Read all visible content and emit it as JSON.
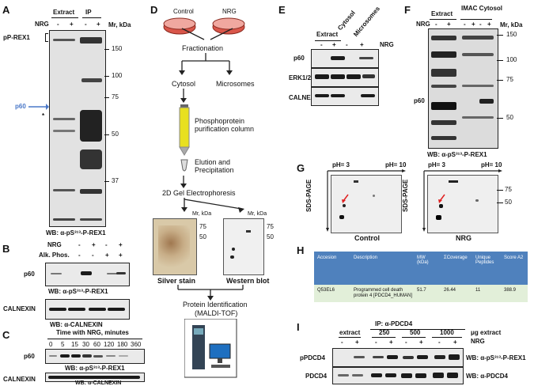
{
  "panels": {
    "A": {
      "label": "A",
      "lanes_header": [
        "Extract",
        "IP"
      ],
      "nrg_label": "NRG",
      "lane_signs": [
        "-",
        "+",
        "-",
        "+"
      ],
      "mr_label": "Mr, kDa",
      "markers": [
        "150",
        "100",
        "75",
        "50",
        "37"
      ],
      "band_label": "pP-REX1",
      "p60_label": "p60",
      "star": "*",
      "wb": "WB: α-pS³¹³-P-REX1"
    },
    "B": {
      "label": "B",
      "rows": [
        "NRG",
        "Alk. Phos."
      ],
      "nrg_signs": [
        "-",
        "+",
        "-",
        "+"
      ],
      "alk_signs": [
        "-",
        "-",
        "+",
        "+"
      ],
      "p60_label": "p60",
      "wb1": "WB: α-pS³¹³-P-REX1",
      "calnexin_label": "CALNEXIN",
      "wb2": "WB: α-CALNEXIN"
    },
    "C": {
      "label": "C",
      "title": "Time with NRG, minutes",
      "times": [
        "0",
        "5",
        "15",
        "30",
        "60",
        "120",
        "180",
        "360"
      ],
      "p60_label": "p60",
      "wb1": "WB: α-pS³¹³-P-REX1",
      "calnexin_label": "CALNEXIN",
      "wb2": "WB: α-CALNEXIN"
    },
    "D": {
      "label": "D",
      "control": "Control",
      "nrg": "NRG",
      "fractionation": "Fractionation",
      "cytosol": "Cytosol",
      "microsomes": "Microsomes",
      "column": "Phosphoprotein purification column",
      "elution": "Elution and Precipitation",
      "gel": "2D Gel Electrophoresis",
      "mr1": "Mr, kDa",
      "mr2": "Mr, kDa",
      "m75a": "75",
      "m50a": "50",
      "m75b": "75",
      "m50b": "50",
      "silver": "Silver stain",
      "western": "Western blot",
      "protid": "Protein Identification",
      "maldi": "(MALDI-TOF)"
    },
    "E": {
      "label": "E",
      "cols": [
        "Extract",
        "Cytosol",
        "Microsomes"
      ],
      "signs": [
        "-",
        "+",
        "-",
        "+"
      ],
      "nrg_label": "NRG",
      "rows": [
        "p60",
        "ERK1/2",
        "CALNEXIN"
      ]
    },
    "F": {
      "label": "F",
      "cols": [
        "Extract",
        "IMAC Cytosol"
      ],
      "nrg_label": "NRG",
      "signs": [
        "-",
        "+",
        "-",
        "+",
        "-",
        "+"
      ],
      "mr_label": "Mr, kDa",
      "markers": [
        "150",
        "100",
        "75",
        "50"
      ],
      "p60_label": "p60",
      "wb": "WB: α-pS³¹³-P-REX1"
    },
    "G": {
      "label": "G",
      "ph_low": "pH= 3",
      "ph_high": "pH= 10",
      "ph_low2": "pH= 3",
      "ph_high2": "pH= 10",
      "axis": "SDS-PAGE",
      "axis2": "SDS-PAGE",
      "markers": [
        "75",
        "50"
      ],
      "control": "Control",
      "nrg": "NRG"
    },
    "H": {
      "label": "H",
      "headers": [
        "Accesion",
        "Description",
        "MW (kDa)",
        "ΣCoverage",
        "Unique Peptides",
        "Score A2"
      ],
      "row": [
        "Q53EL6",
        "Programmed cell death protein 4 [PDCD4_HUMAN]",
        "51.7",
        "26.44",
        "11",
        "388.9"
      ]
    },
    "I": {
      "label": "I",
      "extract": "extract",
      "ip": "IP: α-PDCD4",
      "amounts": [
        "250",
        "500",
        "1000"
      ],
      "amount_unit": "μg extract",
      "nrg_label": "NRG",
      "signs": [
        "-",
        "+",
        "-",
        "+",
        "-",
        "+",
        "-",
        "+"
      ],
      "row1": "pPDCD4",
      "wb1": "WB: α-pS³¹³-P-REX1",
      "row2": "PDCD4",
      "wb2": "WB: α-PDCD4"
    }
  },
  "colors": {
    "p60_arrow": "#4a78c8",
    "table_header": "#4f81bd",
    "table_row": "#e2efd9",
    "red_arrow": "#e02020",
    "column_yellow": "#e8e020"
  }
}
